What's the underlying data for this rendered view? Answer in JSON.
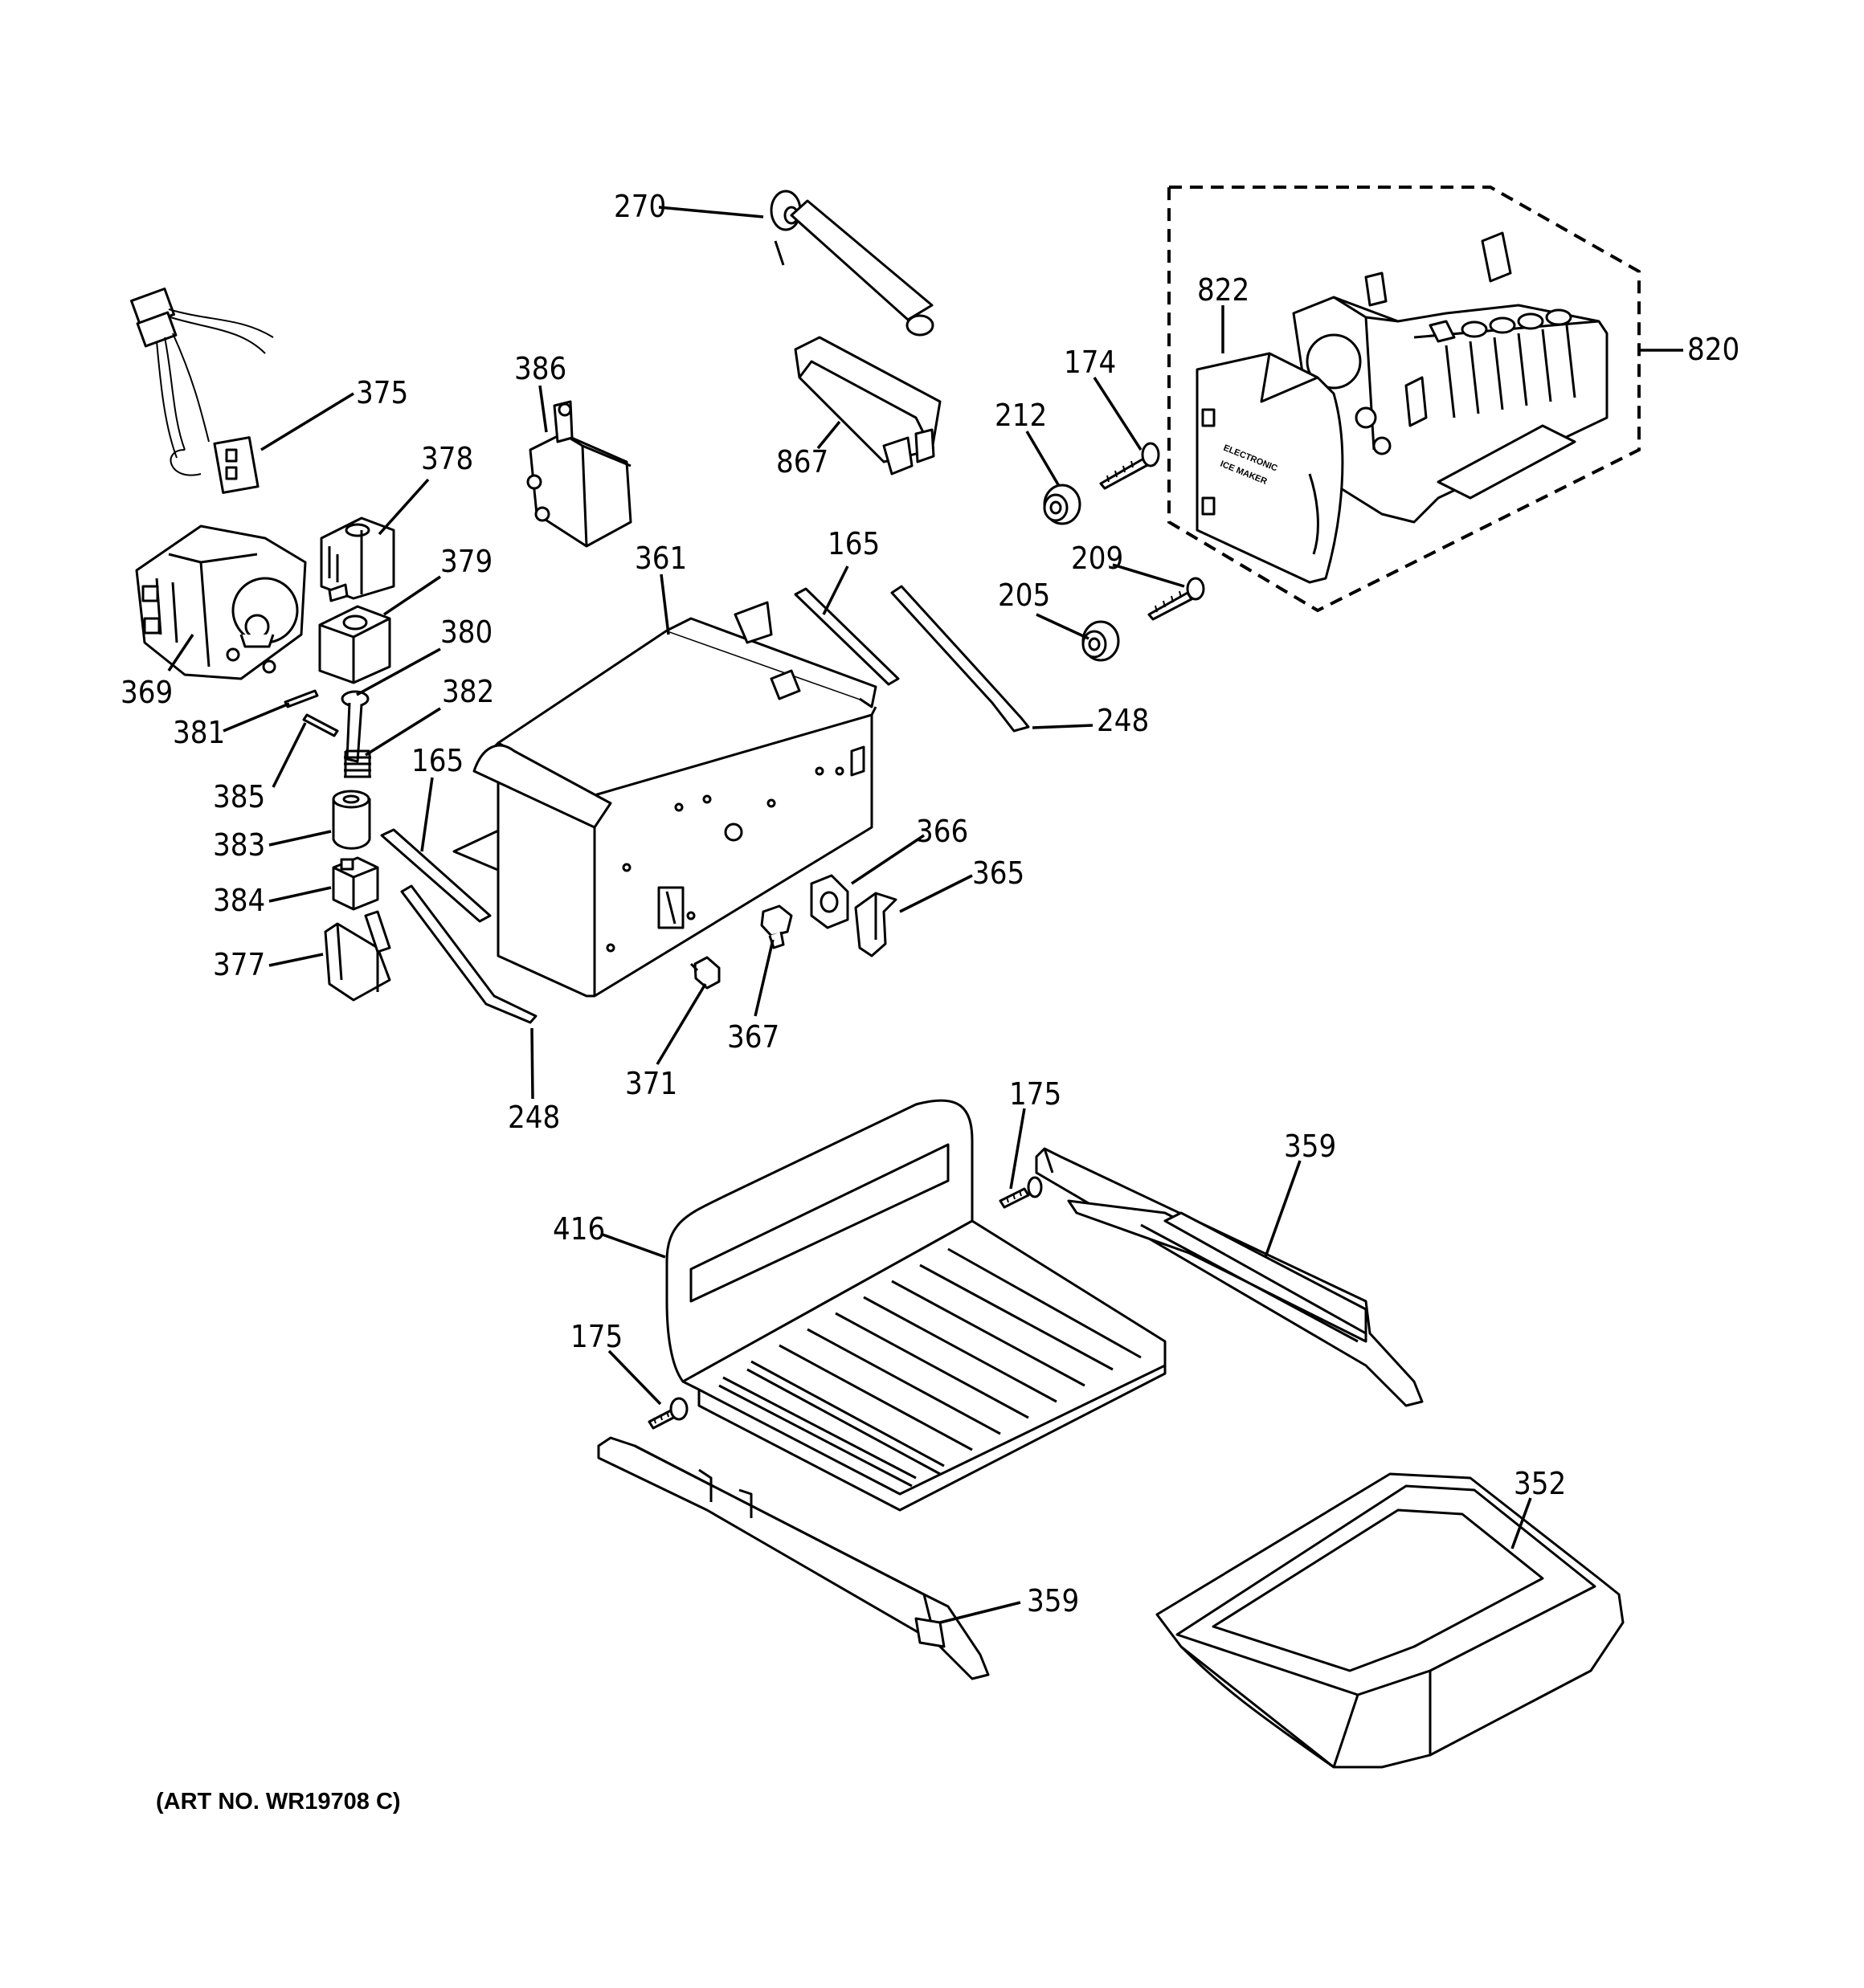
{
  "art_number": "(ART NO. WR19708 C)",
  "ice_maker_label": [
    "ELECTRONIC",
    "ICE MAKER"
  ],
  "callouts": {
    "c270": "270",
    "c375": "375",
    "c386": "386",
    "c822": "822",
    "c174": "174",
    "c820": "820",
    "c867": "867",
    "c212": "212",
    "c378": "378",
    "c379": "379",
    "c361": "361",
    "c165a": "165",
    "c209": "209",
    "c205": "205",
    "c380": "380",
    "c369": "369",
    "c382": "382",
    "c381": "381",
    "c248a": "248",
    "c165b": "165",
    "c385": "385",
    "c383": "383",
    "c366": "366",
    "c365": "365",
    "c384": "384",
    "c377": "377",
    "c367": "367",
    "c371": "371",
    "c248b": "248",
    "c175a": "175",
    "c359a": "359",
    "c416": "416",
    "c175b": "175",
    "c352": "352",
    "c359b": "359"
  }
}
